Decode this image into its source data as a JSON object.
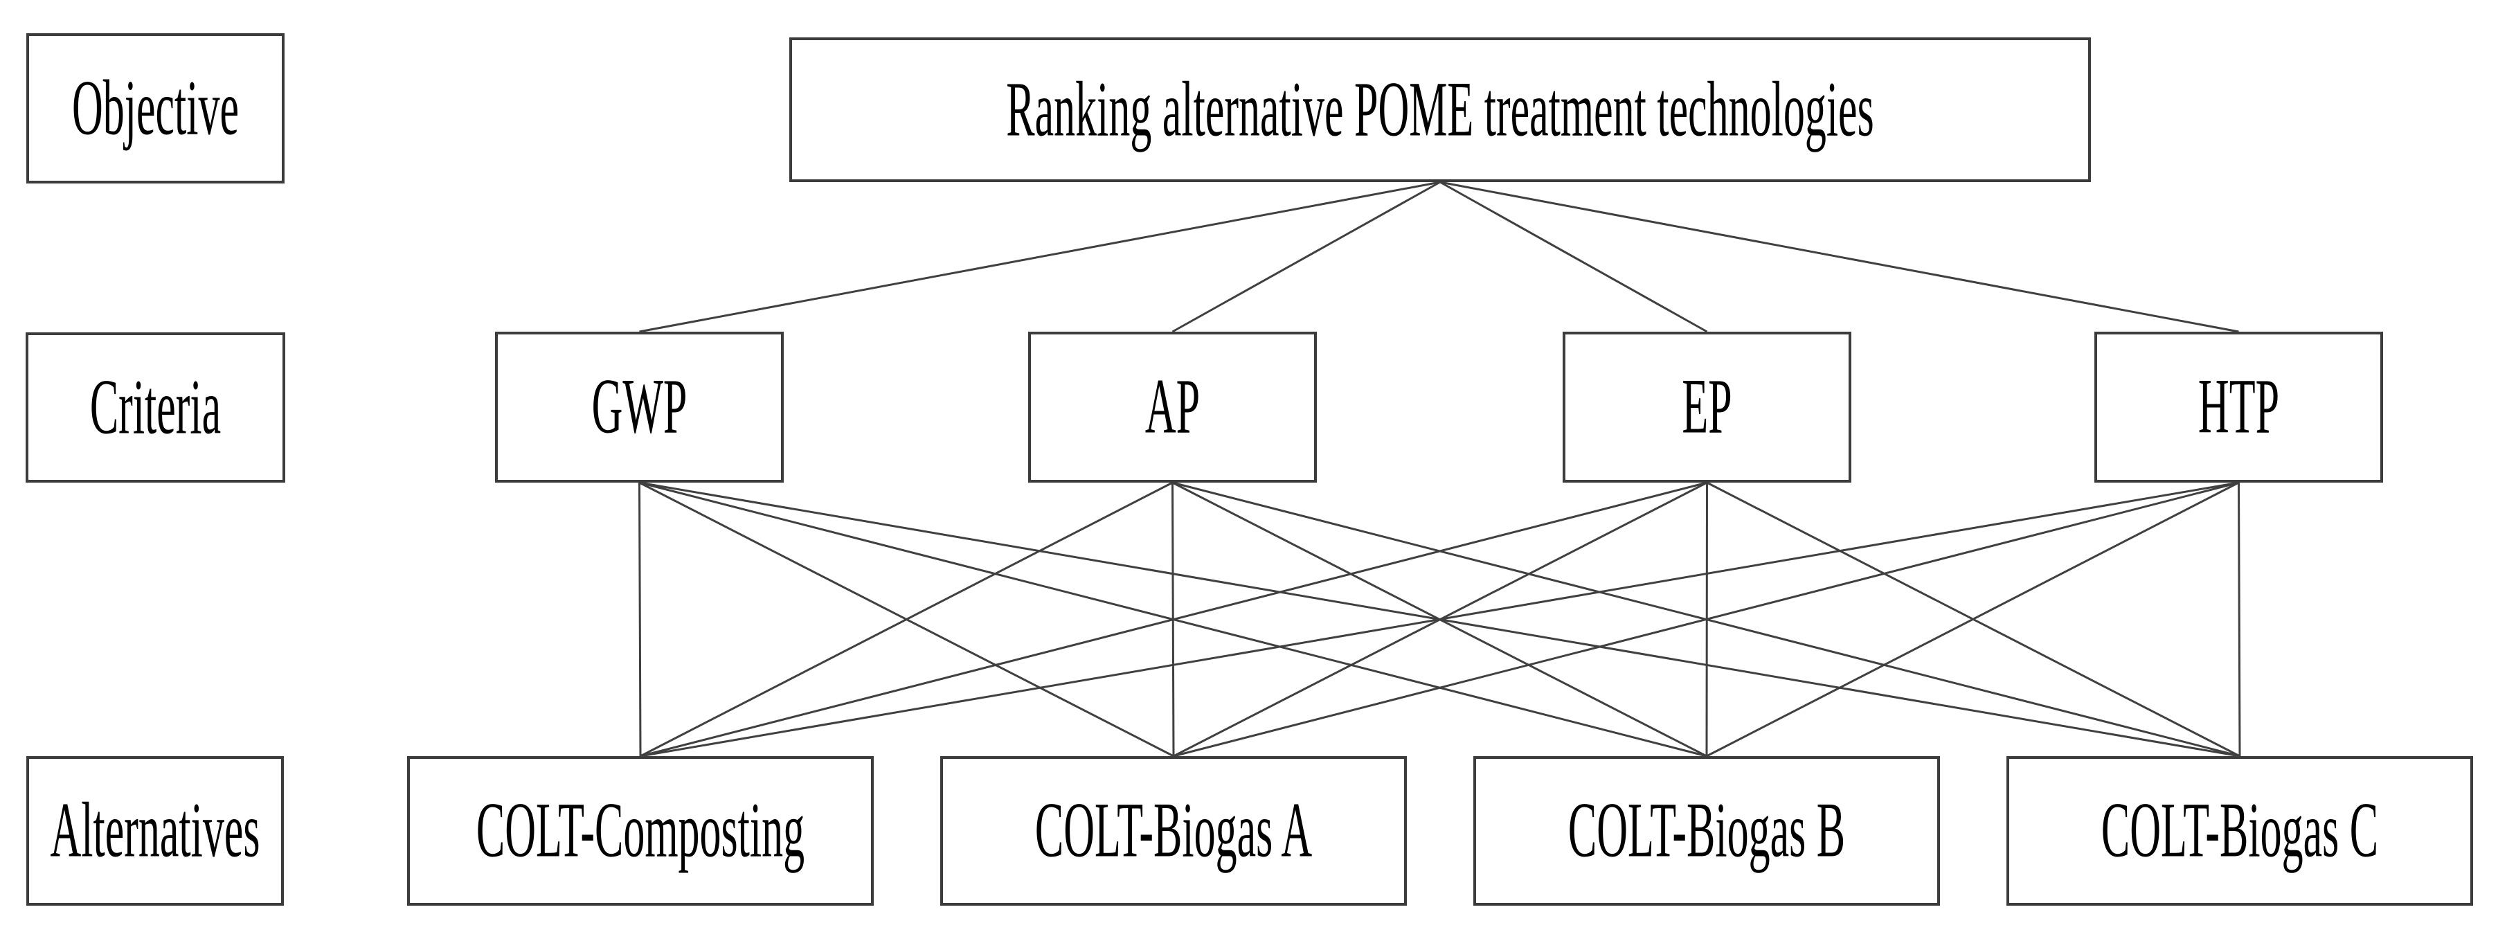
{
  "diagram": {
    "levels": [
      {
        "label": "Objective"
      },
      {
        "label": "Criteria"
      },
      {
        "label": "Alternatives"
      }
    ],
    "objective": {
      "label": "Ranking alternative POME treatment technologies"
    },
    "criteria": [
      {
        "label": "GWP"
      },
      {
        "label": "AP"
      },
      {
        "label": "EP"
      },
      {
        "label": "HTP"
      }
    ],
    "alternatives": [
      {
        "label": "COLT-Composting"
      },
      {
        "label": "COLT-Biogas A"
      },
      {
        "label": "COLT-Biogas B"
      },
      {
        "label": "COLT-Biogas C"
      }
    ],
    "connections": {
      "objective_to_criteria": "all",
      "criteria_to_alternatives": "all"
    },
    "colors": {
      "line": "#404040",
      "border": "#3c3c3c",
      "text": "#000000",
      "bg": "#ffffff"
    }
  }
}
